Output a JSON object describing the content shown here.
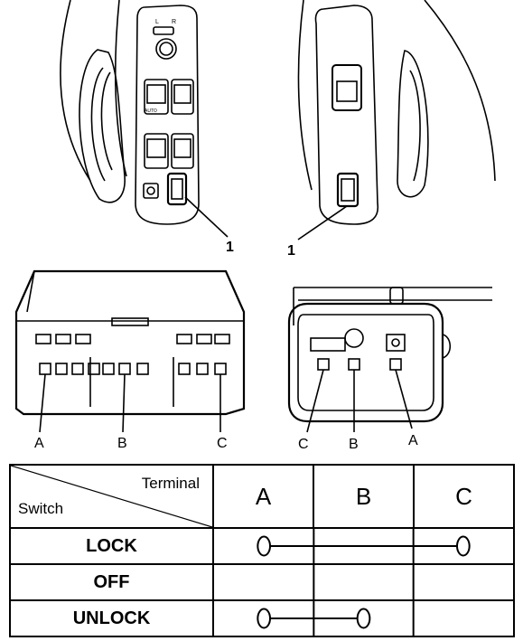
{
  "figure": {
    "callout_left": "1",
    "callout_right": "1",
    "left_connector_terminals": [
      "A",
      "B",
      "C"
    ],
    "right_connector_terminals": [
      "C",
      "B",
      "A"
    ],
    "switch_marks": {
      "auto": "AUTO",
      "l": "L",
      "r": "R"
    }
  },
  "table": {
    "header_terminal": "Terminal",
    "header_switch": "Switch",
    "terminals": [
      "A",
      "B",
      "C"
    ],
    "rows": [
      {
        "switch": "LOCK",
        "connected": [
          "A",
          "C"
        ]
      },
      {
        "switch": "OFF",
        "connected": []
      },
      {
        "switch": "UNLOCK",
        "connected": [
          "A",
          "B"
        ]
      }
    ]
  }
}
